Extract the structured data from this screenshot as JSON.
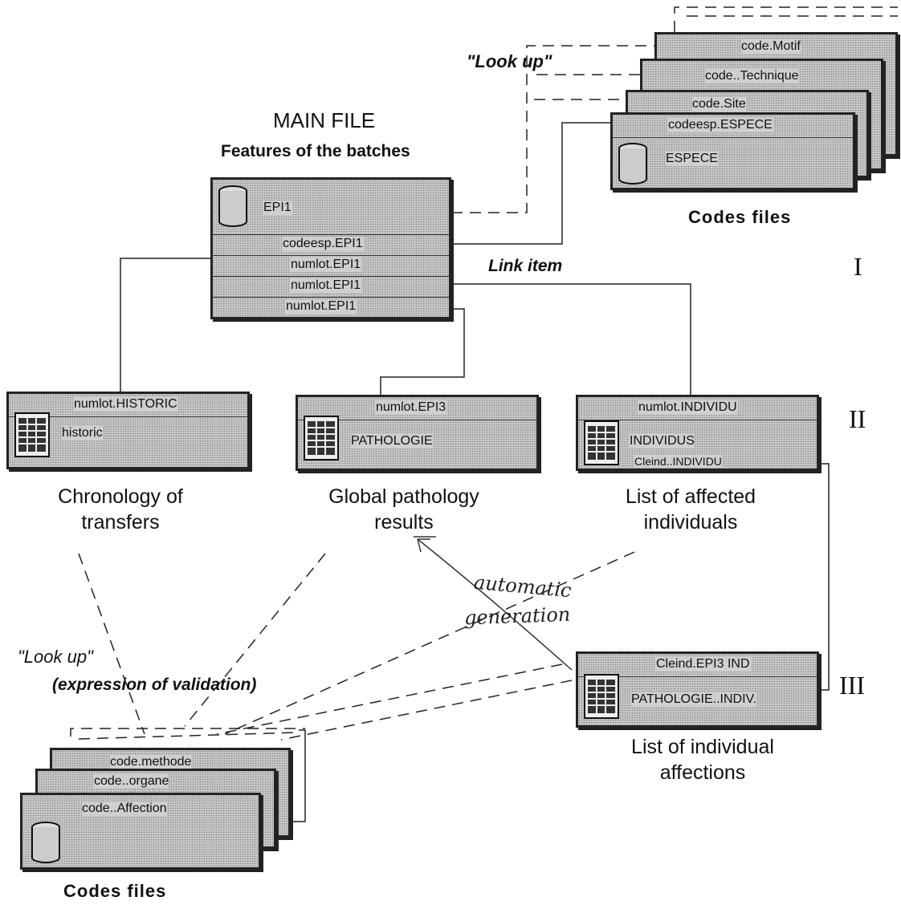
{
  "main_file": {
    "title": "MAIN FILE",
    "subtitle": "Features of the batches",
    "rows": [
      "EPI1",
      "codeesp.EPI1",
      "numlot.EPI1",
      "numlot.EPI1",
      "numlot.EPI1"
    ]
  },
  "codes_files_top": {
    "caption": "Codes files",
    "lookup": "\"Look up\"",
    "cards": [
      "code.Motif",
      "code..Technique",
      "code.Site"
    ],
    "front": [
      "codeesp.ESPECE",
      "ESPECE"
    ]
  },
  "link_item": "Link item",
  "levels": [
    "I",
    "II",
    "III"
  ],
  "historic": {
    "rows": [
      "numlot.HISTORIC",
      "historic"
    ],
    "caption": [
      "Chronology of",
      "transfers"
    ]
  },
  "pathologie": {
    "rows": [
      "numlot.EPI3",
      "PATHOLOGIE"
    ],
    "caption": [
      "Global  pathology",
      "results"
    ]
  },
  "individu": {
    "rows": [
      "numlot.INDIVIDU",
      "INDIVIDUS",
      "Cleind..INDIVIDU"
    ],
    "caption": [
      "List of  affected",
      "individuals"
    ]
  },
  "patho_indiv": {
    "rows": [
      "Cleind.EPI3 IND",
      "PATHOLOGIE..INDIV."
    ],
    "caption": [
      "List of individual",
      "affections"
    ]
  },
  "handwritten": [
    "automatic",
    "generation"
  ],
  "lookup_bottom": {
    "label": "\"Look up\"",
    "note": "(expression of validation)"
  },
  "codes_files_bottom": {
    "caption": "Codes files",
    "cards": [
      "code.methode",
      "code..organe",
      "code..Affection"
    ]
  }
}
